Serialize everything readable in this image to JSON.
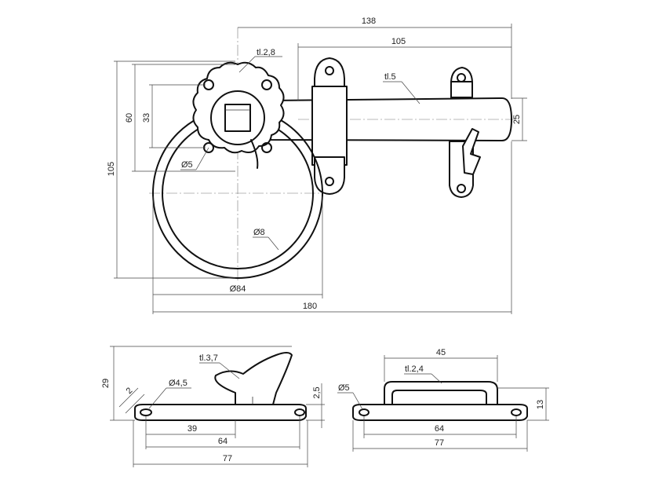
{
  "drawing": {
    "dimensions": {
      "overall_length": "180",
      "bolt_length": "138",
      "bar_length": "105",
      "bar_diameter": "25",
      "rose_height": "60",
      "rose_hole_spacing": "33",
      "ring_assembly_height": "105",
      "ring_diameter": "Ø84",
      "ring_rod": "Ø8",
      "rose_hole": "Ø5",
      "rose_thickness": "tl.2,8",
      "bar_thickness": "tl.5",
      "catch_thickness": "tl.3,7",
      "catch_height": "29",
      "catch_angle": "2",
      "catch_hole": "Ø4,5",
      "catch_plate": "2,5",
      "catch_offset": "39",
      "catch_hole_spacing": "64",
      "catch_length": "77",
      "keeper_width": "45",
      "keeper_thickness": "tl.2,4",
      "keeper_hole": "Ø5",
      "keeper_height": "13",
      "keeper_hole_spacing": "64",
      "keeper_length": "77"
    }
  }
}
